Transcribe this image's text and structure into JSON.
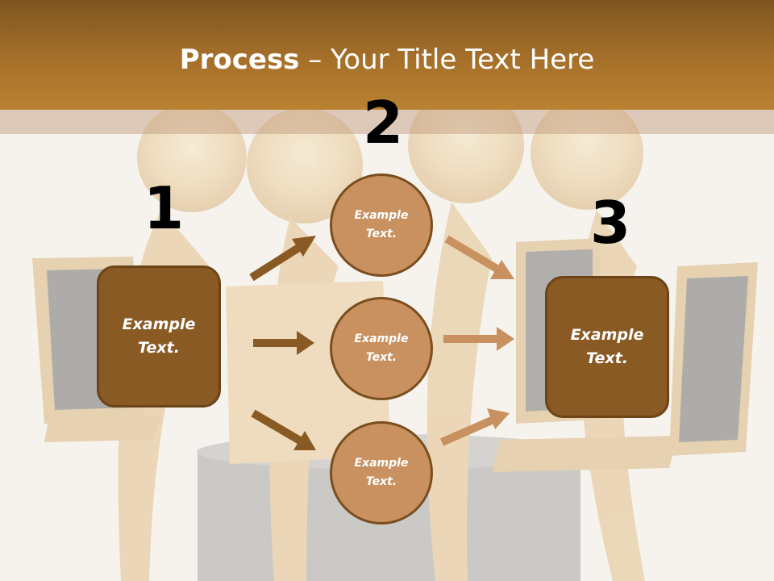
{
  "title": {
    "bold": "Process",
    "rest": " – Your Title Text Here"
  },
  "steps": {
    "one": "1",
    "two": "2",
    "three": "3"
  },
  "left_box": {
    "line1": "Example",
    "line2": "Text."
  },
  "circles": [
    {
      "line1": "Example",
      "line2": "Text."
    },
    {
      "line1": "Example",
      "line2": "Text."
    },
    {
      "line1": "Example",
      "line2": "Text."
    }
  ],
  "right_box": {
    "line1": "Example",
    "line2": "Text."
  },
  "colors": {
    "header": "#a6702a",
    "box_fill": "#8a5a24",
    "circle_fill": "#c8915f",
    "arrow_left": "#8a5a24",
    "arrow_right": "#c8915f"
  }
}
